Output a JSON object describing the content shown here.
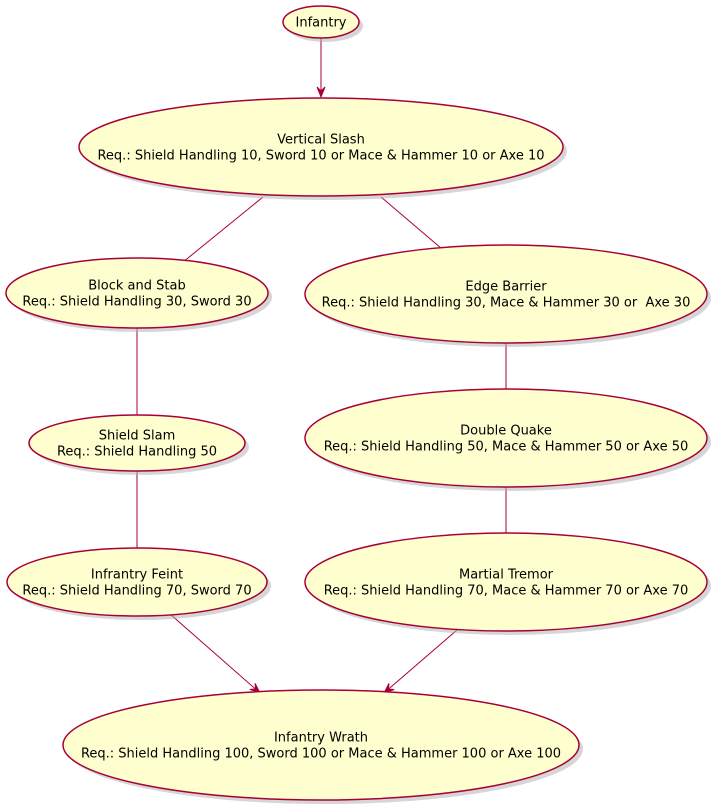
{
  "colors": {
    "node_fill": "#FEFECE",
    "node_border": "#A80036",
    "edge": "#A80036",
    "text": "#000000",
    "background": "#FFFFFF"
  },
  "nodes": {
    "infantry": {
      "lines": [
        "Infantry"
      ]
    },
    "vertical_slash": {
      "lines": [
        "Vertical Slash",
        "Req.: Shield Handling 10, Sword 10 or Mace & Hammer 10 or Axe 10"
      ]
    },
    "block_and_stab": {
      "lines": [
        "Block and Stab",
        "Req.: Shield Handling 30, Sword 30"
      ]
    },
    "edge_barrier": {
      "lines": [
        "Edge Barrier",
        "Req.: Shield Handling 30, Mace & Hammer 30 or  Axe 30"
      ]
    },
    "shield_slam": {
      "lines": [
        "Shield Slam",
        "Req.: Shield Handling 50"
      ]
    },
    "double_quake": {
      "lines": [
        "Double Quake",
        "Req.: Shield Handling 50, Mace & Hammer 50 or Axe 50"
      ]
    },
    "infantry_feint": {
      "lines": [
        "Infrantry Feint",
        "Req.: Shield Handling 70, Sword 70"
      ]
    },
    "martial_tremor": {
      "lines": [
        "Martial Tremor",
        "Req.: Shield Handling 70, Mace & Hammer 70 or Axe 70"
      ]
    },
    "infantry_wrath": {
      "lines": [
        "Infantry Wrath",
        "Req.: Shield Handling 100, Sword 100 or Mace & Hammer 100 or Axe 100"
      ]
    }
  },
  "edges": [
    {
      "from": "infantry",
      "to": "vertical_slash"
    },
    {
      "from": "vertical_slash",
      "to": "block_and_stab"
    },
    {
      "from": "vertical_slash",
      "to": "edge_barrier"
    },
    {
      "from": "block_and_stab",
      "to": "shield_slam"
    },
    {
      "from": "edge_barrier",
      "to": "double_quake"
    },
    {
      "from": "shield_slam",
      "to": "infantry_feint"
    },
    {
      "from": "double_quake",
      "to": "martial_tremor"
    },
    {
      "from": "infantry_feint",
      "to": "infantry_wrath"
    },
    {
      "from": "martial_tremor",
      "to": "infantry_wrath"
    }
  ]
}
